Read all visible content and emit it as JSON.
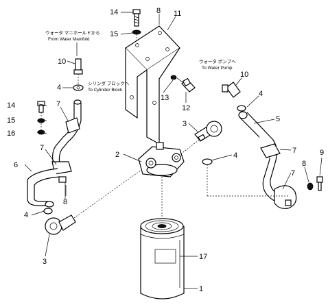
{
  "diagram": {
    "part_labels": {
      "p14_top": "14",
      "p8_top": "8",
      "p11": "11",
      "p15_top": "15",
      "p10_left": "10",
      "p4_upper_left": "4",
      "p13": "13",
      "p12": "12",
      "p10_right": "10",
      "p4_upper_right": "4",
      "p5": "5",
      "p14_left": "14",
      "p15_left": "15",
      "p16": "16",
      "p7_upper_left": "7",
      "p7_left": "7",
      "p6": "6",
      "p8_left": "8",
      "p4_lower_left": "4",
      "p3_lower_left": "3",
      "p3_upper": "3",
      "p2": "2",
      "p4_mid_right": "4",
      "p7_right_upper": "7",
      "p7_right_lower": "7",
      "p9": "9",
      "p8_right": "8",
      "p17": "17",
      "p1": "1"
    },
    "callouts": {
      "water_manifold_jp": "ウォータ マニホールドから",
      "water_manifold_en": "From Water Manifold",
      "cylinder_block_jp": "シリンダ ブロックへ",
      "cylinder_block_en": "To Cylinder Block",
      "water_pump_jp": "ウォータ ポンプへ",
      "water_pump_en": "To Water Pump"
    }
  }
}
